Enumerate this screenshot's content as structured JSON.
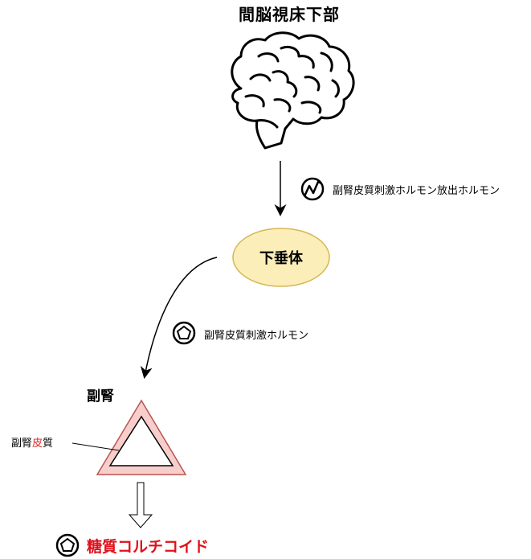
{
  "hypothalamus": {
    "title": "間脳視床下部"
  },
  "pituitary": {
    "label": "下垂体"
  },
  "hormones": {
    "crh": "副腎皮質刺激ホルモン放出ホルモン",
    "acth": "副腎皮質刺激ホルモン"
  },
  "adrenal": {
    "title": "副腎",
    "cortex_prefix": "副腎",
    "cortex_highlight": "皮",
    "cortex_suffix": "質"
  },
  "output": {
    "label": "糖質コルチコイド"
  },
  "colors": {
    "pituitary_fill": "#fbeeb8",
    "pituitary_stroke": "#d6b656",
    "triangle_fill": "#f8cecc",
    "triangle_stroke": "#b85450",
    "highlight_text": "#e02020"
  }
}
